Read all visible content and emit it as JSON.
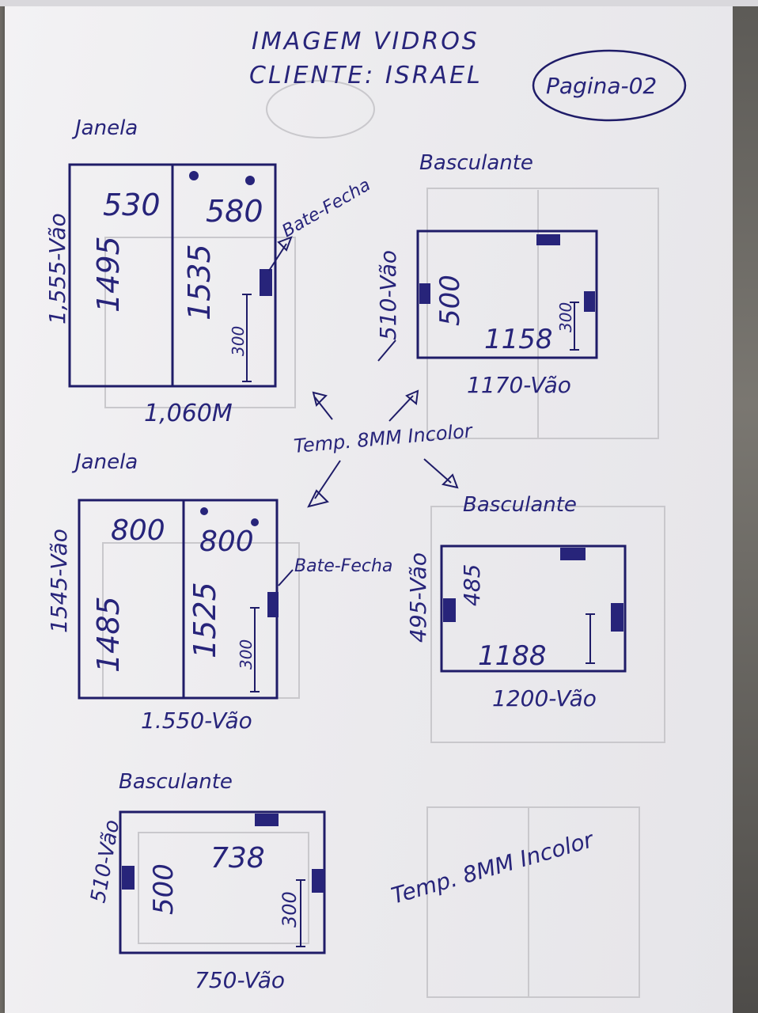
{
  "header": {
    "title": "IMAGEM VIDROS",
    "client": "CLIENTE: ISRAEL",
    "page": "Pagina-02"
  },
  "note_center": "Temp. 8MM Incolor",
  "note_bottom": "Temp. 8MM Incolor",
  "window_1": {
    "label": "Janela",
    "left_width": "530",
    "right_width": "580",
    "left_height": "1495",
    "right_height": "1535",
    "opening_height": "1,555-Vão",
    "opening_width": "1,060M",
    "latch_label": "Bate-Fecha",
    "latch_height": "300"
  },
  "window_2": {
    "label": "Janela",
    "left_width": "800",
    "right_width": "800",
    "left_height": "1485",
    "right_height": "1525",
    "opening_height": "1545-Vão",
    "opening_width": "1.550-Vão",
    "latch_label": "Bate-Fecha",
    "latch_height": "300"
  },
  "basculante_1": {
    "label": "Basculante",
    "height": "500",
    "width": "1158",
    "opening_height": "510-Vão",
    "opening_width": "1170-Vão",
    "latch_height": "300"
  },
  "basculante_2": {
    "label": "Basculante",
    "height": "485",
    "width": "1188",
    "opening_height": "495-Vão",
    "opening_width": "1200-Vão"
  },
  "basculante_3": {
    "label": "Basculante",
    "height": "500",
    "width": "738",
    "opening_height": "510-Vão",
    "opening_width": "750-Vão",
    "latch_height": "300"
  },
  "colors": {
    "ink": "#27247a",
    "paper": "#eeedf0"
  }
}
